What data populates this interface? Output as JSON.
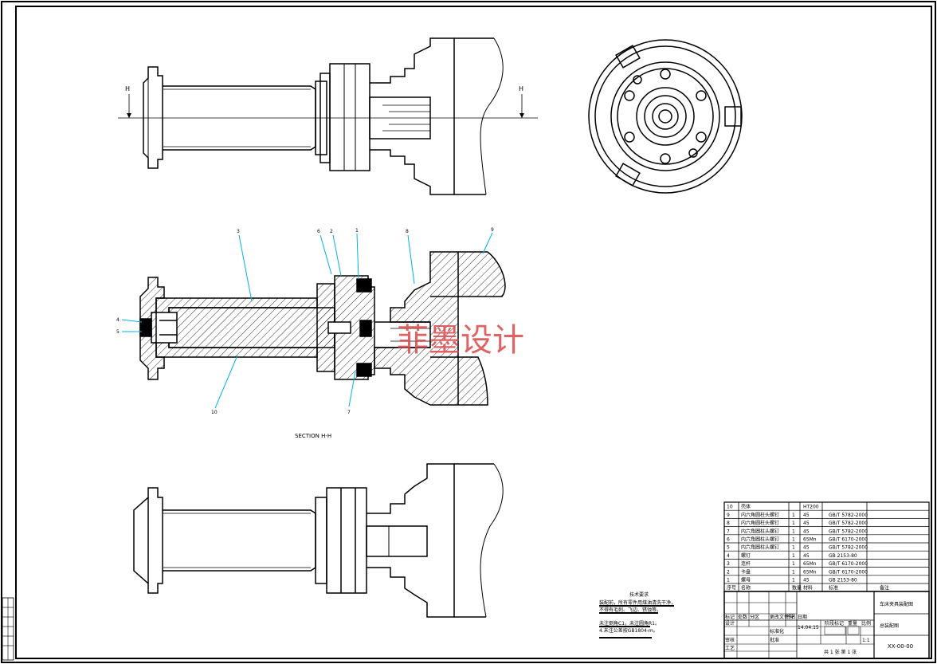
{
  "drawing": {
    "section_marker": "H",
    "section_title": "SECTION H-H",
    "balloons": [
      "3",
      "6",
      "2",
      "1",
      "8",
      "9",
      "4",
      "5",
      "10",
      "7"
    ],
    "watermark": "菲墨设计"
  },
  "bom": {
    "rows": [
      {
        "no": "10",
        "name": "壳体",
        "qty": "",
        "material": "HT200",
        "standard": ""
      },
      {
        "no": "9",
        "name": "内六角圆柱头螺钉",
        "qty": "1",
        "material": "45",
        "standard": "GB/T 5782-2000"
      },
      {
        "no": "8",
        "name": "内六角圆柱头螺钉",
        "qty": "1",
        "material": "45",
        "standard": "GB/T 5782-2000"
      },
      {
        "no": "7",
        "name": "内六角圆柱头螺钉",
        "qty": "1",
        "material": "45",
        "standard": "GB/T 5782-2000"
      },
      {
        "no": "6",
        "name": "内六角圆柱头螺钉",
        "qty": "1",
        "material": "65Mn",
        "standard": "GB/T 6170-2000"
      },
      {
        "no": "5",
        "name": "内六角圆柱头螺钉",
        "qty": "1",
        "material": "45",
        "standard": "GB/T 5782-2000"
      },
      {
        "no": "4",
        "name": "螺钉",
        "qty": "1",
        "material": "45",
        "standard": "GB 2153-80"
      },
      {
        "no": "3",
        "name": "连杆",
        "qty": "1",
        "material": "65Mn",
        "standard": "GB/T 6170-2000"
      },
      {
        "no": "2",
        "name": "卡盘",
        "qty": "1",
        "material": "65Mn",
        "standard": "GB/T 6170-2000"
      },
      {
        "no": "1",
        "name": "螺母",
        "qty": "1",
        "material": "45",
        "standard": "GB 2153-80"
      }
    ],
    "header": {
      "no": "序号",
      "name": "名称",
      "qty": "数量",
      "material": "材料",
      "standard": "标准",
      "remark": "备注"
    }
  },
  "tech_req": {
    "title": "技术要求",
    "lines": [
      "装配前，所有零件用煤油清洗干净，",
      "不得有毛刺、飞边、锈蚀等。",
      "",
      "未注倒角C1，未注圆角R1。",
      "4.未注公差按GB1804-m。"
    ]
  },
  "title_block": {
    "product_name": "车床夹具装配图",
    "subtitle": "总装配图",
    "drawing_no": "XX-00-00",
    "sheet": "共 1 张  第 1 张",
    "scale": "1:1",
    "date": "14.04.15",
    "cells": [
      "标记",
      "处数",
      "分区",
      "更改文件号",
      "签名",
      "日期",
      "设计",
      "审核",
      "工艺",
      "标准化",
      "批准",
      "阶段标记",
      "重量",
      "比例"
    ]
  }
}
